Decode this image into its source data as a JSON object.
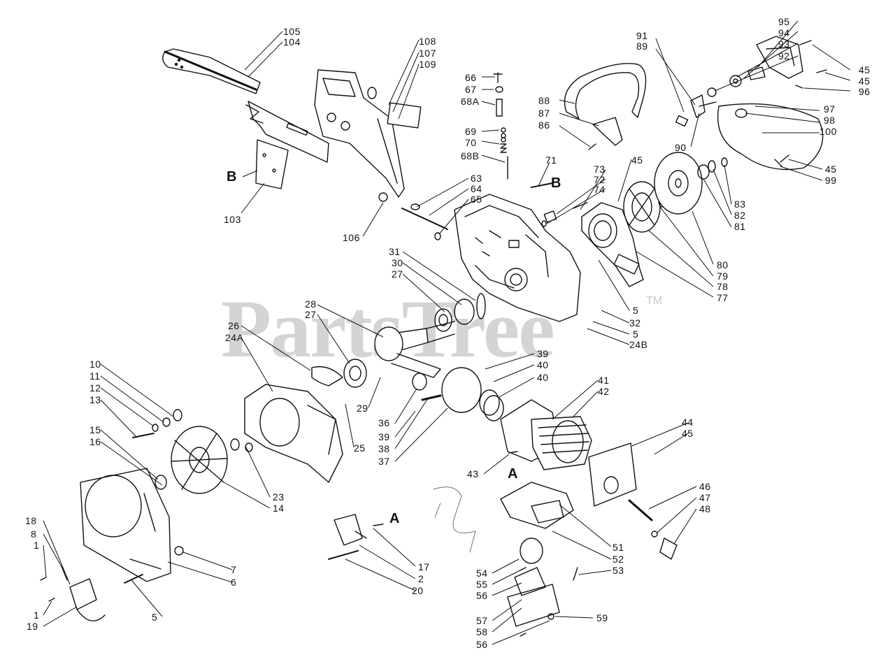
{
  "watermark": {
    "text": "PartsTree",
    "tm": "TM"
  },
  "refs": {
    "b_bar": "B",
    "b_case": "B",
    "a_cyl": "A",
    "a_coil": "A"
  },
  "labels": {
    "l105": "105",
    "l104": "104",
    "l108": "108",
    "l107": "107",
    "l109": "109",
    "l103": "103",
    "l106": "106",
    "l66": "66",
    "l67": "67",
    "l68A": "68A",
    "l69": "69",
    "l70": "70",
    "l68B": "68B",
    "l63": "63",
    "l64": "64",
    "l65": "65",
    "l71": "71",
    "l73": "73",
    "l72": "72",
    "l74": "74",
    "l45a": "45",
    "l91": "91",
    "l89": "89",
    "l88": "88",
    "l87": "87",
    "l86": "86",
    "l90": "90",
    "l95": "95",
    "l94": "94",
    "l93": "93",
    "l92": "92",
    "l45b": "45",
    "l45c": "45",
    "l96": "96",
    "l97": "97",
    "l98": "98",
    "l100": "100",
    "l45d": "45",
    "l99": "99",
    "l83": "83",
    "l82": "82",
    "l81": "81",
    "l80": "80",
    "l79": "79",
    "l78": "78",
    "l77": "77",
    "l31": "31",
    "l30": "30",
    "l27a": "27",
    "l28": "28",
    "l27b": "27",
    "l26": "26",
    "l24A": "24A",
    "l5a": "5",
    "l32": "32",
    "l5b": "5",
    "l24B": "24B",
    "l10": "10",
    "l11": "11",
    "l12": "12",
    "l13": "13",
    "l15": "15",
    "l16": "16",
    "l29": "29",
    "l25": "25",
    "l36": "36",
    "l39a": "39",
    "l40a": "40",
    "l40b": "40",
    "l41": "41",
    "l42": "42",
    "l39b": "39",
    "l38": "38",
    "l37": "37",
    "l23": "23",
    "l14": "14",
    "l43": "43",
    "l44": "44",
    "l45e": "45",
    "l46": "46",
    "l47": "47",
    "l48": "48",
    "l18": "18",
    "l8": "8",
    "l1a": "1",
    "l1b": "1",
    "l19": "19",
    "l5c": "5",
    "l7": "7",
    "l6": "6",
    "l17": "17",
    "l2": "2",
    "l20": "20",
    "l51": "51",
    "l52": "52",
    "l53": "53",
    "l54": "54",
    "l55": "55",
    "l56a": "56",
    "l57": "57",
    "l58": "58",
    "l59": "59",
    "l56b": "56"
  }
}
